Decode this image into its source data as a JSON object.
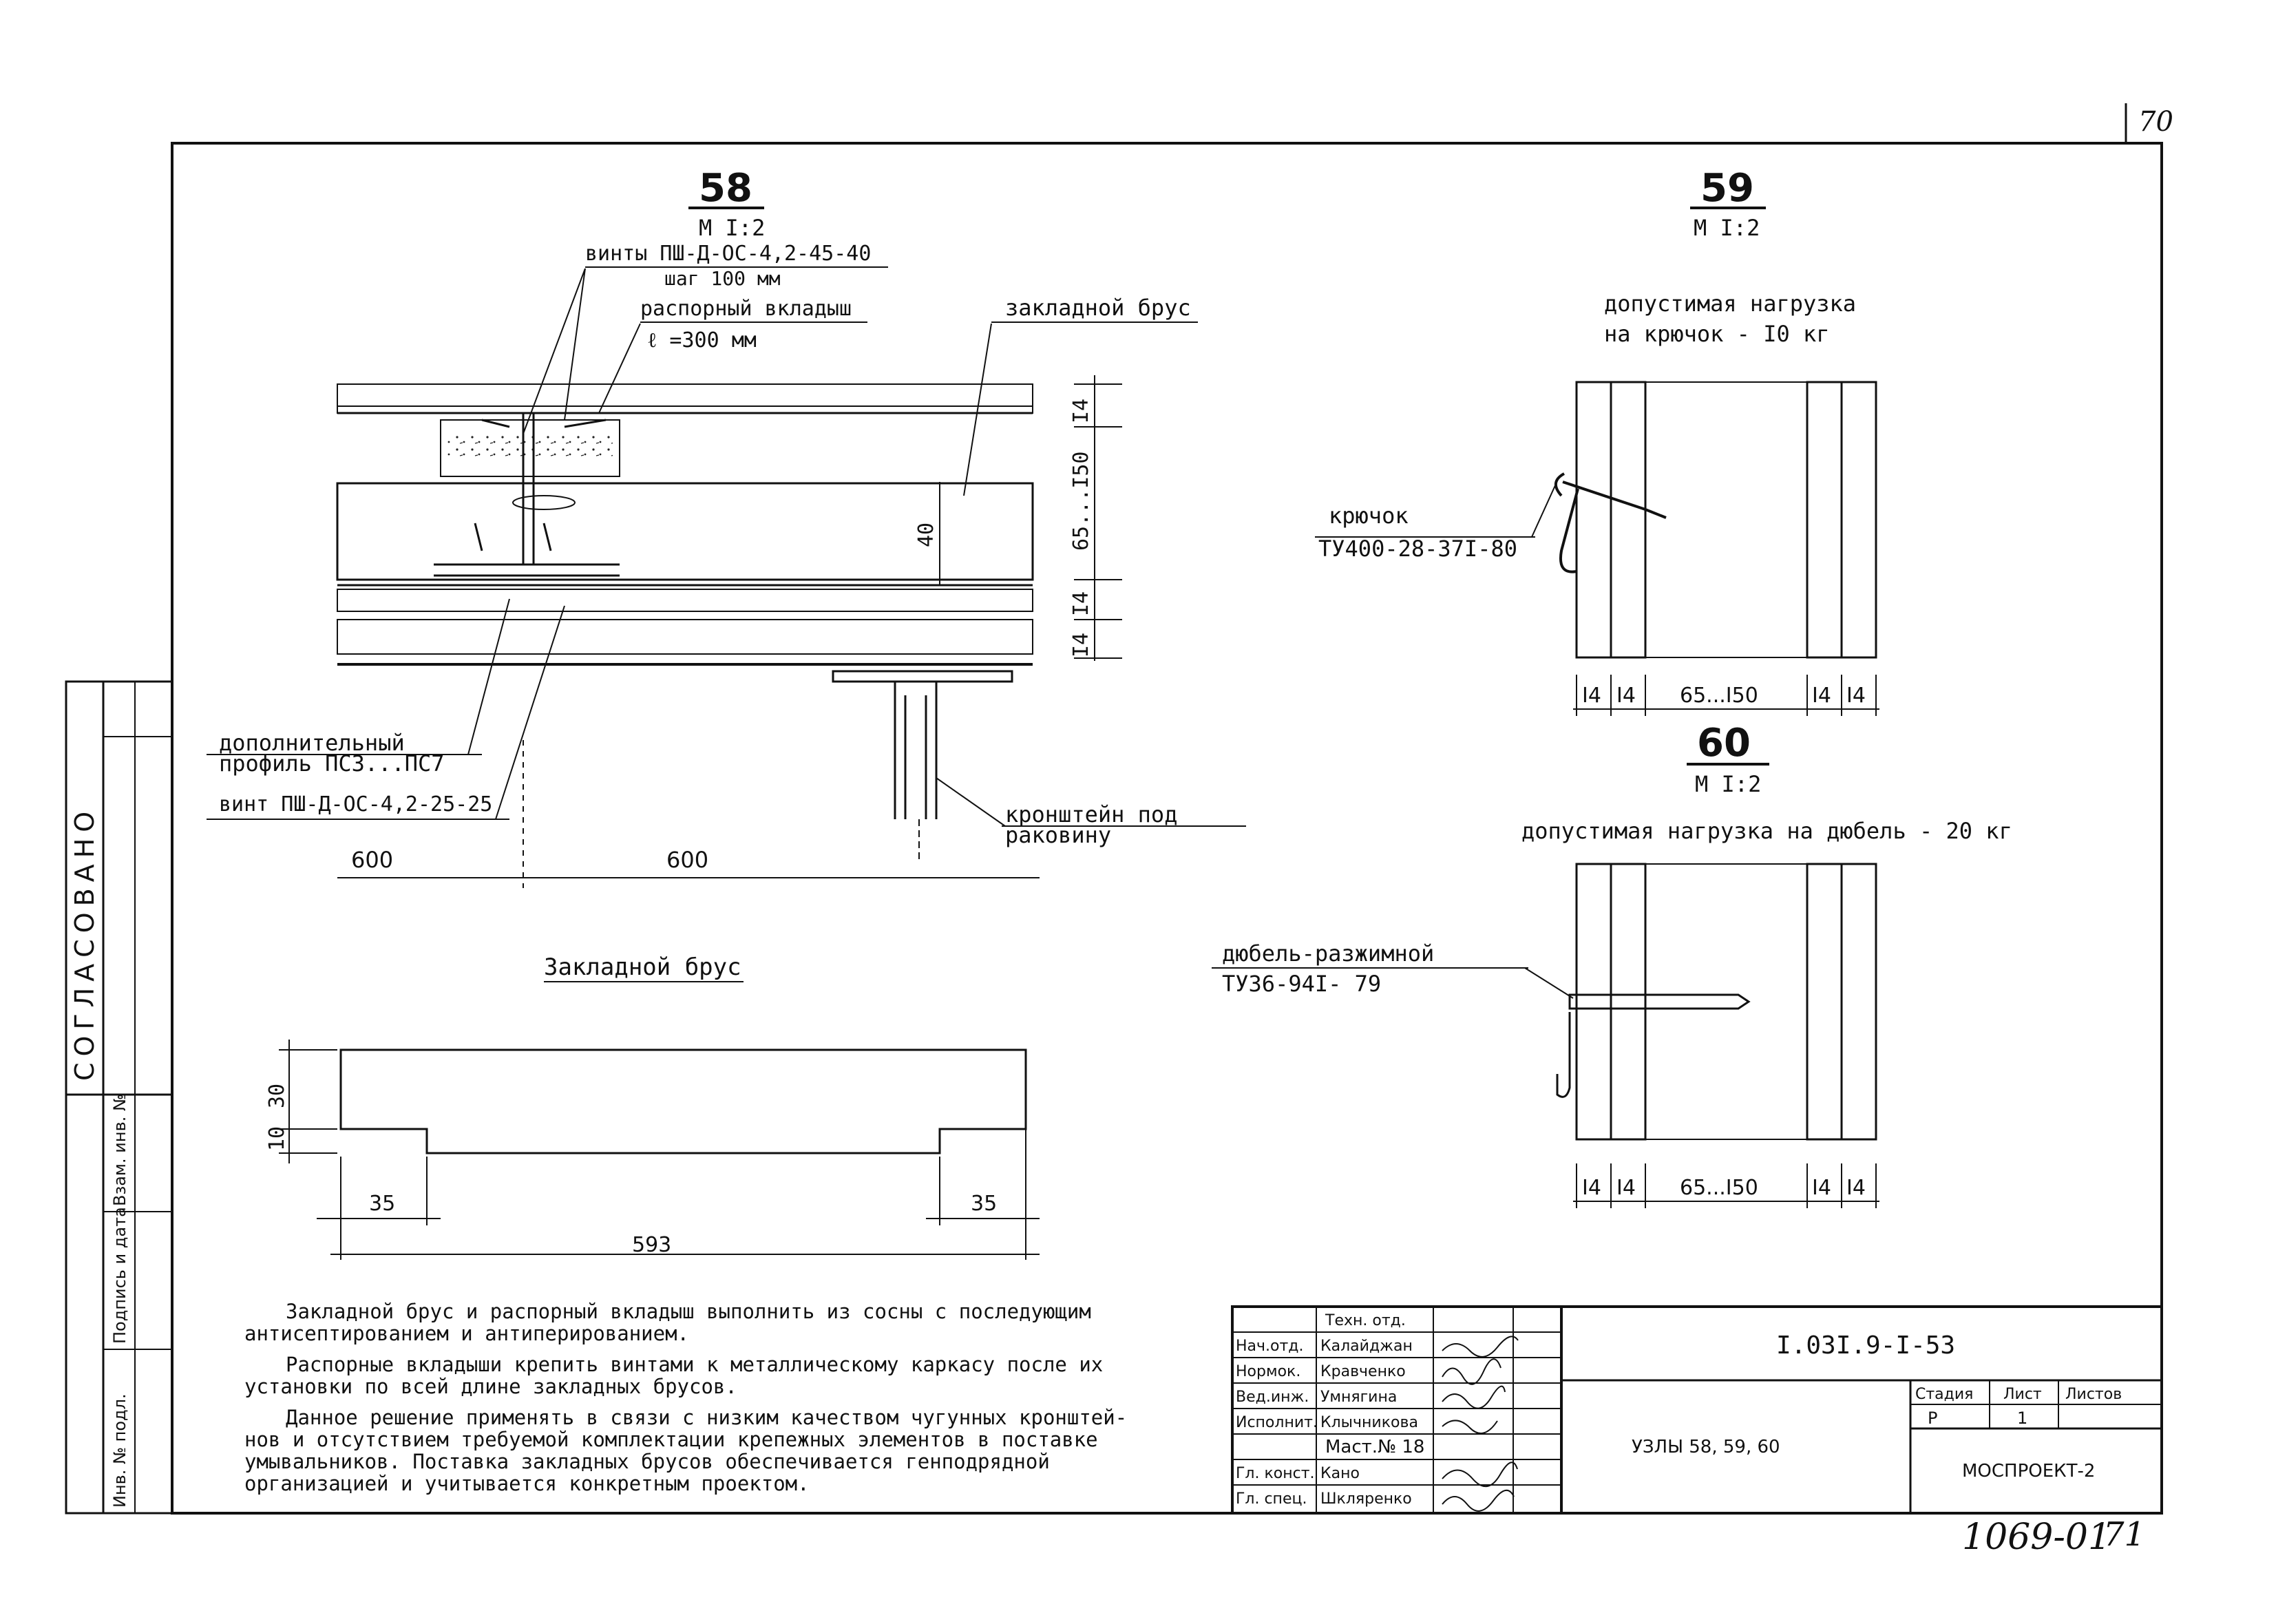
{
  "sheet": {
    "page_corner_number": "70",
    "bottom_handwritten": "1069-01",
    "bottom_page_number": "71",
    "left_stamp_title": "СОГЛАСОВАНО",
    "left_stamp_cols": [
      "Инв. № подл.",
      "Подпись и дата",
      "Взам. инв. №"
    ]
  },
  "node58": {
    "number": "58",
    "scale": "М I:2",
    "label_screws": "винты ПШ-Д-ОС-4,2-45-40",
    "label_step": "шаг 100 мм",
    "label_spacer": "распорный вкладыш",
    "label_spacer_len": "ℓ =300 мм",
    "label_beam": "закладной брус",
    "label_extra_profile_1": "дополнительный",
    "label_extra_profile_2": "профиль ПС3...ПС7",
    "label_screw2": "винт ПШ-Д-ОС-4,2-25-25",
    "label_bracket_1": "кронштейн под",
    "label_bracket_2": "раковину",
    "dim_14_top": "I4",
    "dim_65_150": "65...I50",
    "dim_14_a": "I4",
    "dim_14_b": "I4",
    "dim_40": "40",
    "dim_600_left": "600",
    "dim_600_right": "600"
  },
  "beam_detail": {
    "title": "Закладной брус",
    "dim_30": "30",
    "dim_10": "10",
    "dim_35_left": "35",
    "dim_35_right": "35",
    "dim_593": "593"
  },
  "node59": {
    "number": "59",
    "scale": "М I:2",
    "load_1": "допустимая нагрузка",
    "load_2": "на крючок - I0 кг",
    "hook_label_1": "крючок",
    "hook_label_2": "ТУ400-28-37I-80",
    "dims": [
      "I4",
      "I4",
      "65...I50",
      "I4",
      "I4"
    ]
  },
  "node60": {
    "number": "60",
    "scale": "М I:2",
    "load": "допустимая нагрузка на дюбель - 20 кг",
    "dowel_label_1": "дюбель-разжимной",
    "dowel_label_2": "ТУ36-94I- 79",
    "dims": [
      "I4",
      "I4",
      "65...I50",
      "I4",
      "I4"
    ]
  },
  "notes": [
    "Закладной брус и распорный вкладыш выполнить из сосны с последующим",
    "антисептированием и антиперированием.",
    "Распорные вкладыши крепить винтами к металлическому каркасу после их",
    "установки по всей длине закладных брусов.",
    "Данное решение применять в связи с низким качеством чугунных кронштей-",
    "нов и отсутствием требуемой комплектации крепежных элементов в поставке",
    "умывальников. Поставка закладных брусов обеспечивается генподрядной",
    "организацией и учитывается конкретным проектом."
  ],
  "title_block": {
    "roles": [
      "Техн. отд.",
      "Нач.отд.",
      "Нормок.",
      "Вед.инж.",
      "Исполнит.",
      "",
      "Гл. конст.",
      "Гл. спец."
    ],
    "names": [
      "",
      "Калайджан",
      "Кравченко",
      "Умнягина",
      "Клычникова",
      "Маст.№ 18",
      "Кано",
      "Шкляренко"
    ],
    "doc_code": "I.03I.9-I-53",
    "sheet_title": "УЗЛЫ 58, 59, 60",
    "stage_header": "Стадия",
    "sheet_header": "Лист",
    "sheets_header": "Листов",
    "stage_value": "Р",
    "sheet_value": "1",
    "org": "МОСПРОЕКТ-2"
  }
}
